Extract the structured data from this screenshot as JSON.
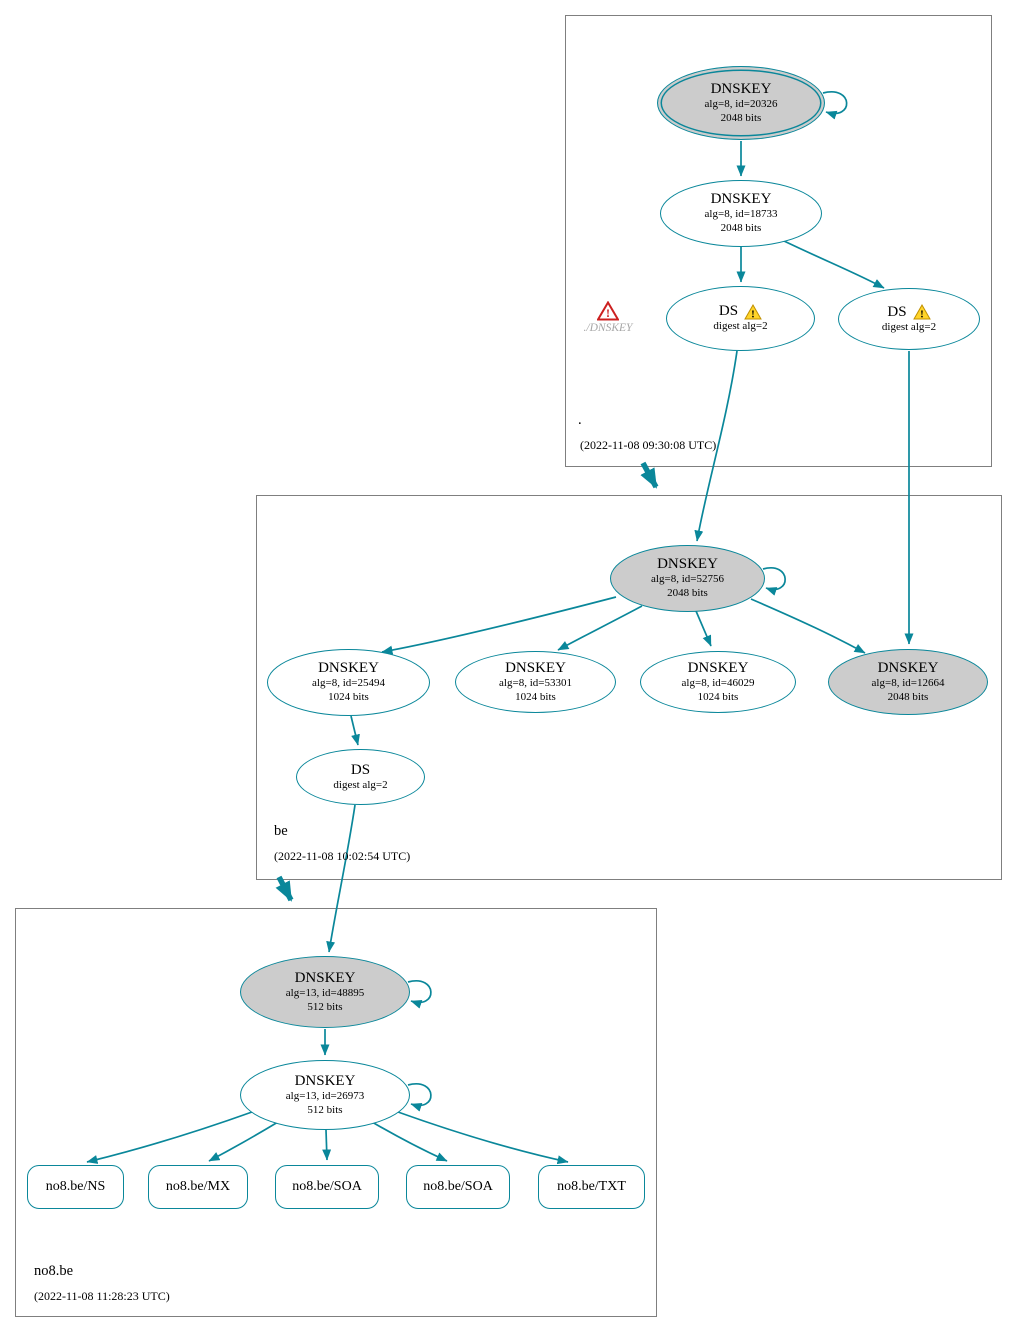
{
  "diagram": {
    "title": "DNSSEC authentication chain graph",
    "colors": {
      "edge": "#0a879a",
      "sep_fill": "#cccccc",
      "warning": "#ffd42a",
      "error": "#cc2020"
    },
    "icons": {
      "warning_icon": "yellow-triangle-exclamation",
      "error_icon": "red-triangle-exclamation"
    },
    "zones": {
      "root": {
        "name": ".",
        "timestamp": "(2022-11-08 09:30:08 UTC)"
      },
      "be": {
        "name": "be",
        "timestamp": "(2022-11-08 10:02:54 UTC)"
      },
      "no8be": {
        "name": "no8.be",
        "timestamp": "(2022-11-08 11:28:23 UTC)"
      }
    },
    "nodes": {
      "root_ksk": {
        "title": "DNSKEY",
        "detail": "alg=8, id=20326",
        "bits": "2048 bits"
      },
      "root_zsk": {
        "title": "DNSKEY",
        "detail": "alg=8, id=18733",
        "bits": "2048 bits"
      },
      "root_ds1": {
        "title": "DS",
        "detail": "digest alg=2"
      },
      "root_ds2": {
        "title": "DS",
        "detail": "digest alg=2"
      },
      "root_error": {
        "label": "./DNSKEY"
      },
      "be_ksk": {
        "title": "DNSKEY",
        "detail": "alg=8, id=52756",
        "bits": "2048 bits"
      },
      "be_key1": {
        "title": "DNSKEY",
        "detail": "alg=8, id=25494",
        "bits": "1024 bits"
      },
      "be_key2": {
        "title": "DNSKEY",
        "detail": "alg=8, id=53301",
        "bits": "1024 bits"
      },
      "be_key3": {
        "title": "DNSKEY",
        "detail": "alg=8, id=46029",
        "bits": "1024 bits"
      },
      "be_key4": {
        "title": "DNSKEY",
        "detail": "alg=8, id=12664",
        "bits": "2048 bits"
      },
      "be_ds": {
        "title": "DS",
        "detail": "digest alg=2"
      },
      "no8_ksk": {
        "title": "DNSKEY",
        "detail": "alg=13, id=48895",
        "bits": "512 bits"
      },
      "no8_zsk": {
        "title": "DNSKEY",
        "detail": "alg=13, id=26973",
        "bits": "512 bits"
      },
      "rrset_ns": {
        "label": "no8.be/NS"
      },
      "rrset_mx": {
        "label": "no8.be/MX"
      },
      "rrset_soa1": {
        "label": "no8.be/SOA"
      },
      "rrset_soa2": {
        "label": "no8.be/SOA"
      },
      "rrset_txt": {
        "label": "no8.be/TXT"
      }
    }
  }
}
